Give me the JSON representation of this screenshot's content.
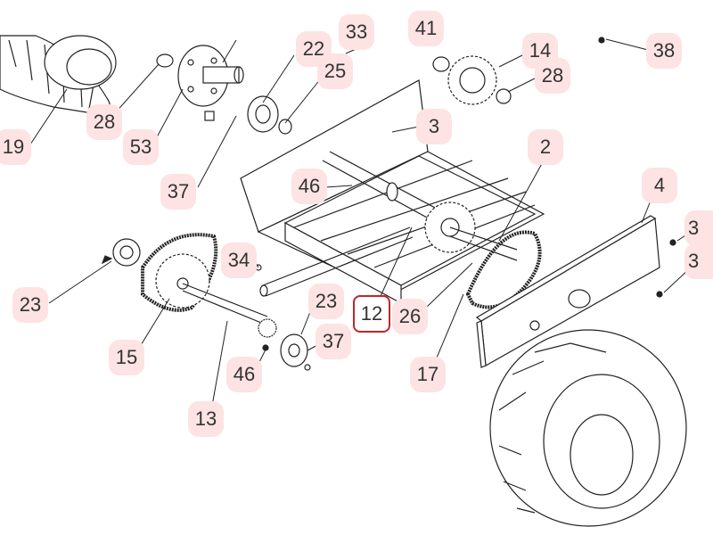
{
  "accent": "#c0262b",
  "callout_bg": "#fde3e3",
  "highlighted_part": "12",
  "callouts": [
    {
      "id": "c19",
      "label": "19"
    },
    {
      "id": "c28a",
      "label": "28"
    },
    {
      "id": "c53",
      "label": "53"
    },
    {
      "id": "c22",
      "label": "22"
    },
    {
      "id": "c25",
      "label": "25"
    },
    {
      "id": "c33",
      "label": "33"
    },
    {
      "id": "c41",
      "label": "41"
    },
    {
      "id": "c14",
      "label": "14"
    },
    {
      "id": "c28b",
      "label": "28"
    },
    {
      "id": "c38",
      "label": "38"
    },
    {
      "id": "c3a",
      "label": "3"
    },
    {
      "id": "c2",
      "label": "2"
    },
    {
      "id": "c37a",
      "label": "37"
    },
    {
      "id": "c46a",
      "label": "46"
    },
    {
      "id": "c4",
      "label": "4"
    },
    {
      "id": "c3r1",
      "label": "3"
    },
    {
      "id": "c3r2",
      "label": "3"
    },
    {
      "id": "c34",
      "label": "34"
    },
    {
      "id": "c23a",
      "label": "23"
    },
    {
      "id": "c23b",
      "label": "23"
    },
    {
      "id": "c12",
      "label": "12"
    },
    {
      "id": "c26",
      "label": "26"
    },
    {
      "id": "c37b",
      "label": "37"
    },
    {
      "id": "c15",
      "label": "15"
    },
    {
      "id": "c46b",
      "label": "46"
    },
    {
      "id": "c17",
      "label": "17"
    },
    {
      "id": "c13",
      "label": "13"
    }
  ]
}
